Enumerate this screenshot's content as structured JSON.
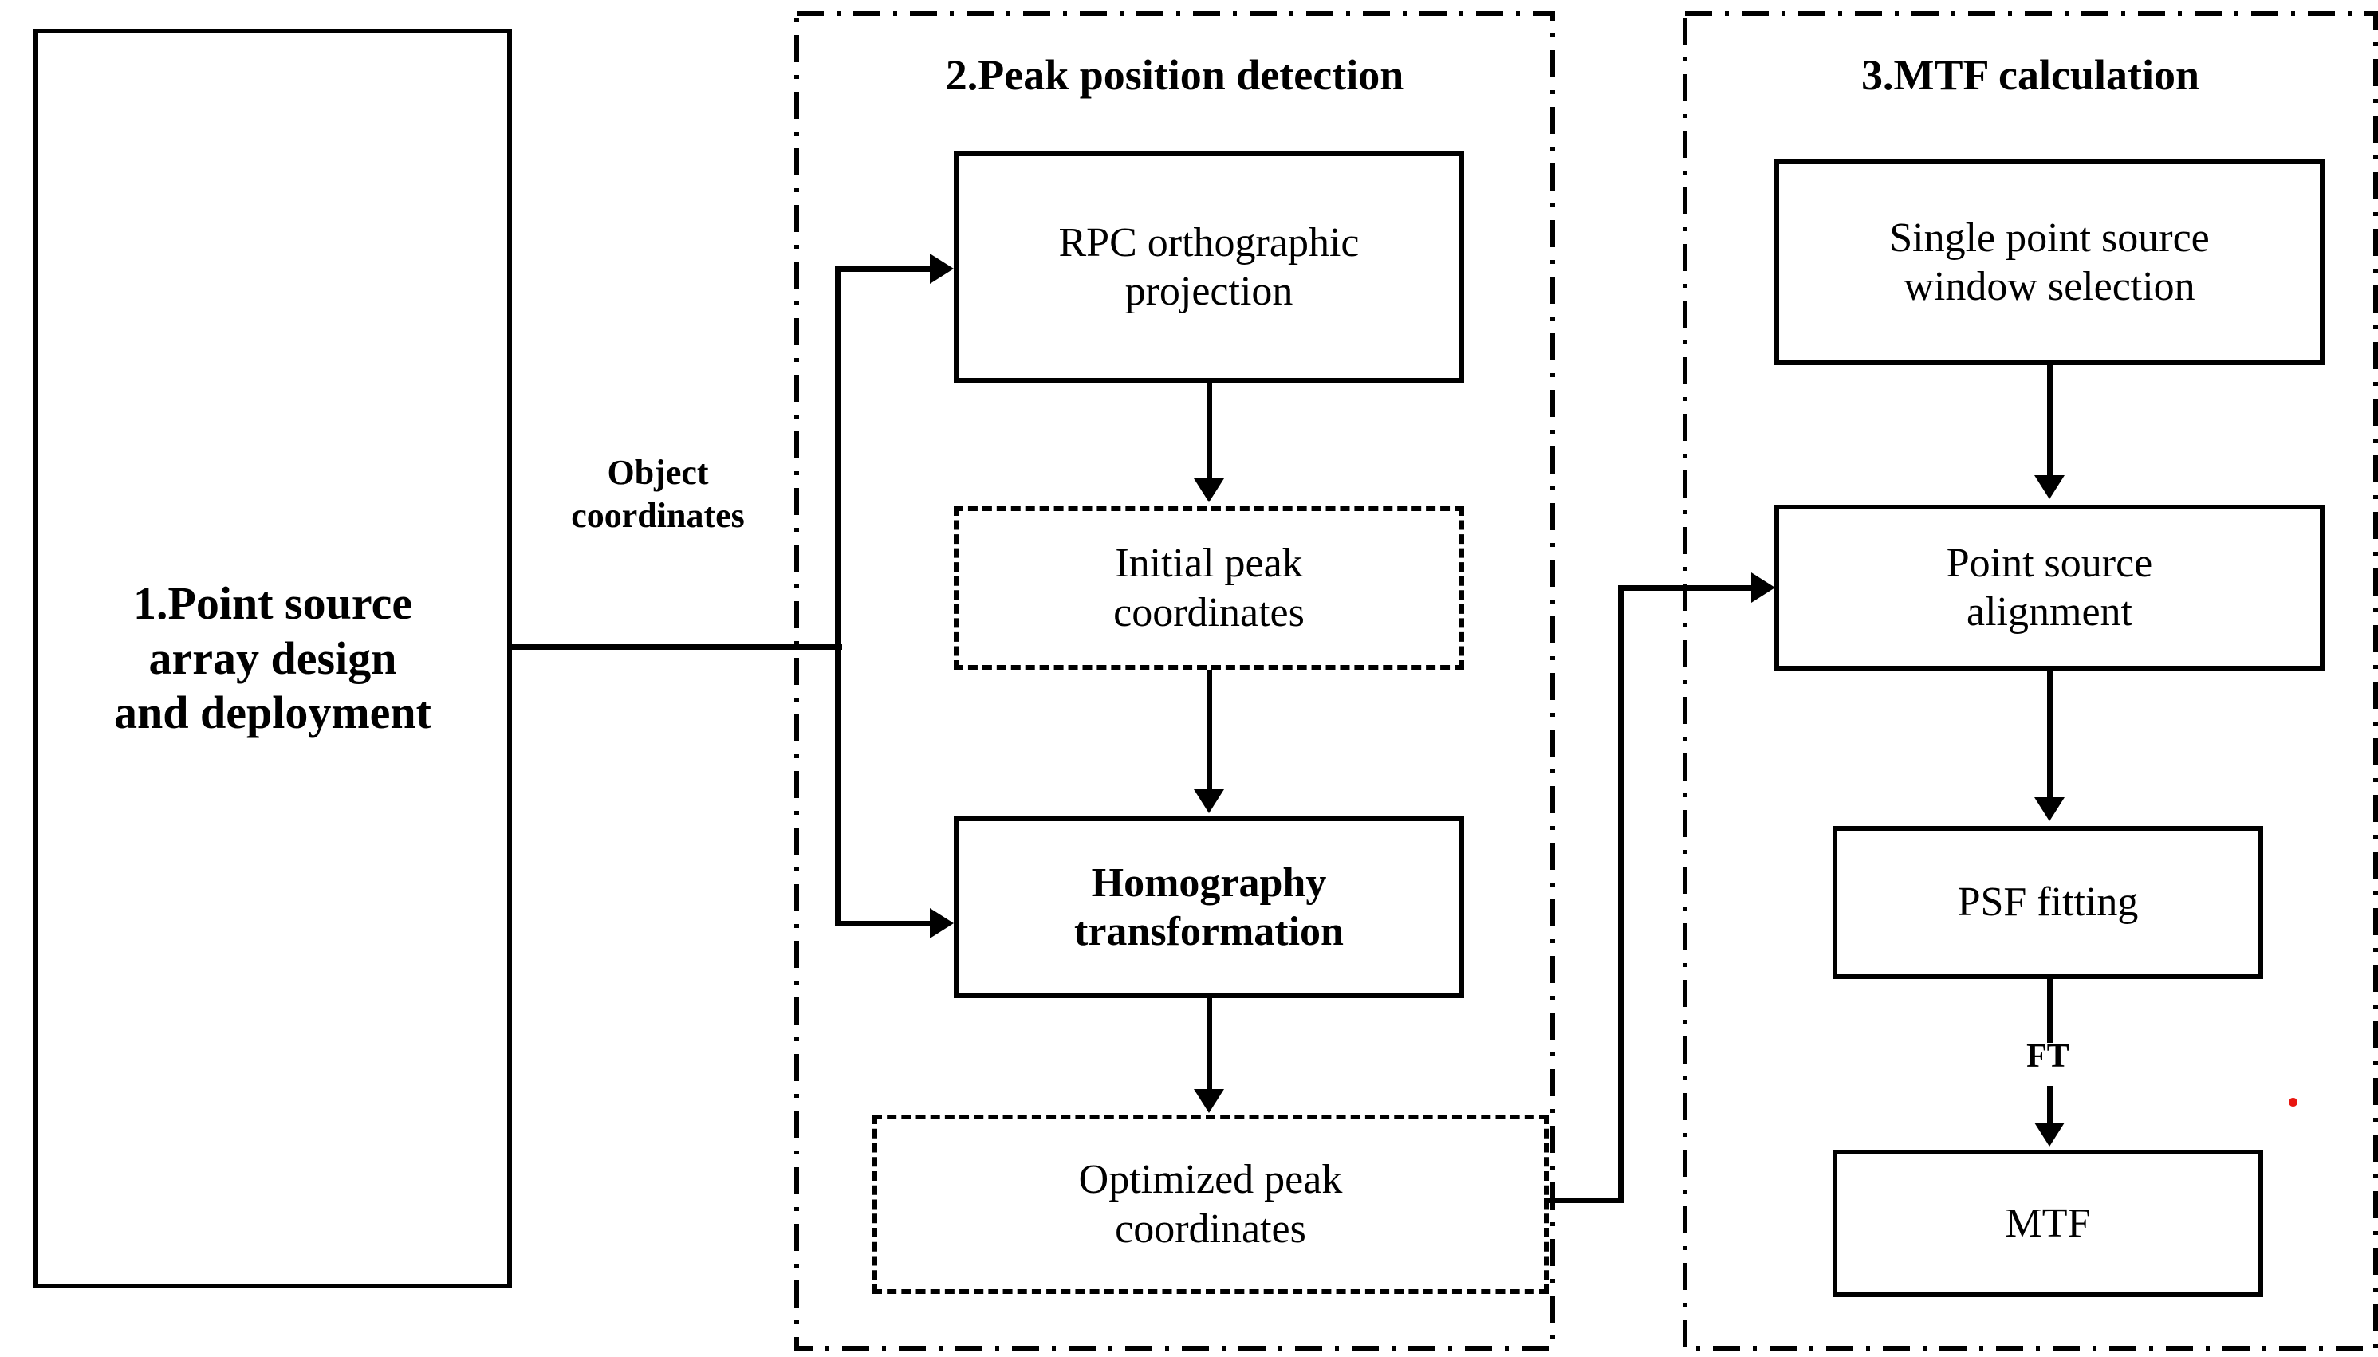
{
  "figure": {
    "type": "flowchart",
    "orientation": "left-to-right, three stages",
    "background_color": "#ffffff",
    "line_color": "#000000",
    "accent_dot_color": "#e8150f"
  },
  "stage1": {
    "box_label": "1.Point source array design and deployment",
    "box_line1": "1.Point source",
    "box_line2": "array design",
    "box_line3": "and deployment",
    "border_style": "solid"
  },
  "edge_object_coordinates": {
    "line1": "Object",
    "line2": "coordinates"
  },
  "stage2": {
    "title": "2.Peak position detection",
    "border_style": "dash-dot",
    "nodes": [
      {
        "id": "rpc-orthographic-projection",
        "line1": "RPC orthographic",
        "line2": "projection",
        "border_style": "solid",
        "weight": "normal"
      },
      {
        "id": "initial-peak-coordinates",
        "line1": "Initial peak",
        "line2": "coordinates",
        "border_style": "dashed",
        "weight": "normal"
      },
      {
        "id": "homography-transformation",
        "line1": "Homography",
        "line2": "transformation",
        "border_style": "solid",
        "weight": "bold"
      },
      {
        "id": "optimized-peak-coordinates",
        "line1": "Optimized peak",
        "line2": "coordinates",
        "border_style": "dashed",
        "weight": "normal"
      }
    ]
  },
  "stage3": {
    "title": "3.MTF calculation",
    "border_style": "dash-dot",
    "nodes": [
      {
        "id": "single-point-source-window-selection",
        "line1": "Single point source",
        "line2": "window selection",
        "border_style": "solid",
        "weight": "normal"
      },
      {
        "id": "point-source-alignment",
        "line1": "Point source",
        "line2": "alignment",
        "border_style": "solid",
        "weight": "normal"
      },
      {
        "id": "psf-fitting",
        "line1": "PSF fitting",
        "line2": "",
        "border_style": "solid",
        "weight": "normal"
      },
      {
        "id": "mtf",
        "line1": "MTF",
        "line2": "",
        "border_style": "solid",
        "weight": "normal"
      }
    ],
    "edge_ft_label": "FT"
  }
}
